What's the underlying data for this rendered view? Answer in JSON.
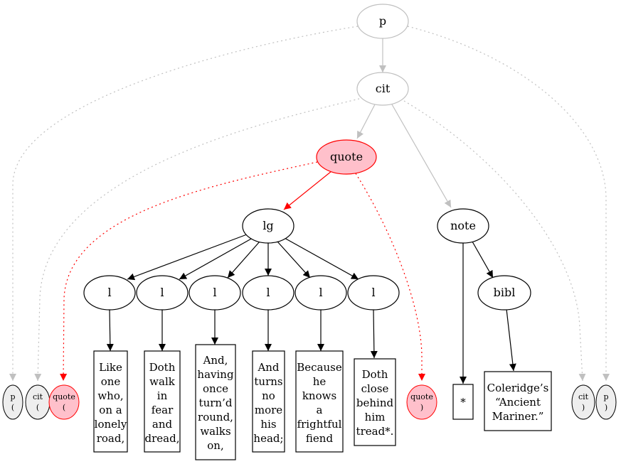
{
  "colors": {
    "grey": "#c0c0c0",
    "red": "#ff0000",
    "pink": "#ffc0cb",
    "light_grey_fill": "#eeeeee",
    "black": "#000000"
  },
  "nodes": {
    "p": "p",
    "cit": "cit",
    "quote": "quote",
    "lg": "lg",
    "note": "note",
    "bibl": "bibl",
    "l": [
      "l",
      "l",
      "l",
      "l",
      "l",
      "l"
    ]
  },
  "text_leaves": [
    [
      "Like",
      "one",
      "who,",
      "on a",
      "lonely",
      "road,"
    ],
    [
      "Doth",
      "walk",
      "in",
      "fear",
      "and",
      "dread,"
    ],
    [
      "And,",
      "having",
      "once",
      "turn’d",
      "round,",
      "walks",
      "on,"
    ],
    [
      "And",
      "turns",
      "no",
      "more",
      "his",
      "head;"
    ],
    [
      "Because",
      "he",
      "knows",
      "a",
      "frightful",
      "fiend"
    ],
    [
      "Doth",
      "close",
      "behind",
      "him",
      "tread*."
    ]
  ],
  "note_leaf": "*",
  "bibl_leaf": [
    "Coleridge’s",
    "“Ancient",
    "Mariner.”"
  ],
  "markers": {
    "p_open": [
      "p",
      "("
    ],
    "cit_open": [
      "cit",
      "("
    ],
    "quote_open": [
      "quote",
      "("
    ],
    "quote_close": [
      "quote",
      ")"
    ],
    "cit_close": [
      "cit",
      ")"
    ],
    "p_close": [
      "p",
      ")"
    ]
  }
}
